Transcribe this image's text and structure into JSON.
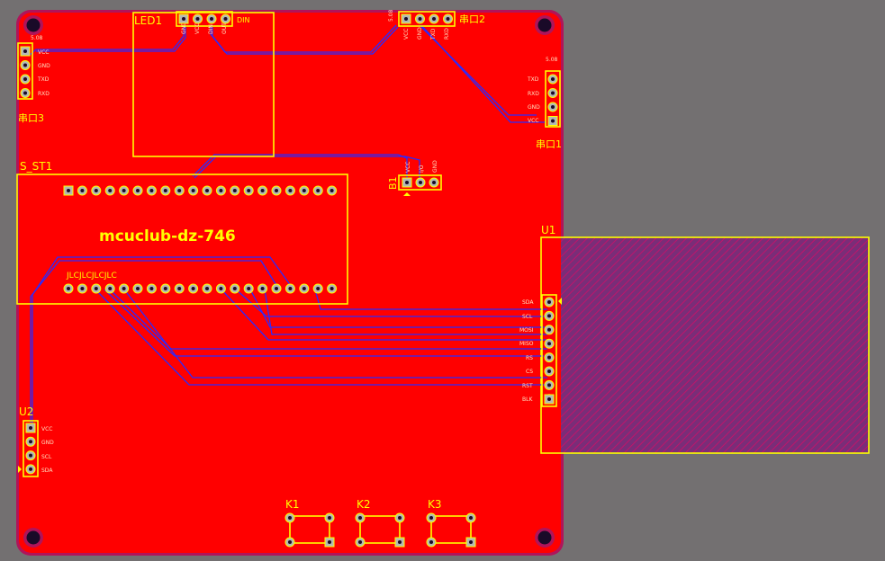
{
  "board": {
    "title_text": "mcuclub-dz-746",
    "colors": {
      "background": "#737071",
      "copper": "#ff0000",
      "silkscreen": "#ffff00",
      "trace": "#2a2aff",
      "pad": "#b4b8b4",
      "hole": "#1a0a28",
      "keepout": "#b0145a",
      "display_fill": "#8a3a8a"
    }
  },
  "components": {
    "led1": {
      "designator": "LED1",
      "suffix": "DIN",
      "pins": [
        "GND",
        "VCC",
        "DIN",
        "OUT"
      ]
    },
    "uart2": {
      "designator": "串口2",
      "pins": [
        "VCC",
        "GND",
        "TXD",
        "RXD"
      ],
      "header_mark": "5.08"
    },
    "uart3": {
      "designator": "串口3",
      "pins": [
        "VCC",
        "GND",
        "TXD",
        "RXD"
      ],
      "header_mark": "5.08"
    },
    "uart1": {
      "designator": "串口1",
      "pins": [
        "TXD",
        "RXD",
        "GND",
        "VCC"
      ],
      "header_mark": "5.08"
    },
    "mcu": {
      "designator": "S_ST1",
      "inner_marking": "JLCJLCJLCJLC",
      "pins_per_row": 20
    },
    "b1": {
      "designator": "B1",
      "pins": [
        "VCC",
        "I/O",
        "GND"
      ]
    },
    "u1": {
      "designator": "U1",
      "pins": [
        "SDA",
        "SCL",
        "MOSI",
        "MISO",
        "RS",
        "CS",
        "RST",
        "BLK"
      ]
    },
    "u2": {
      "designator": "U2",
      "pins": [
        "VCC",
        "GND",
        "SCL",
        "SDA"
      ]
    },
    "keys": [
      {
        "designator": "K1"
      },
      {
        "designator": "K2"
      },
      {
        "designator": "K3"
      }
    ]
  }
}
